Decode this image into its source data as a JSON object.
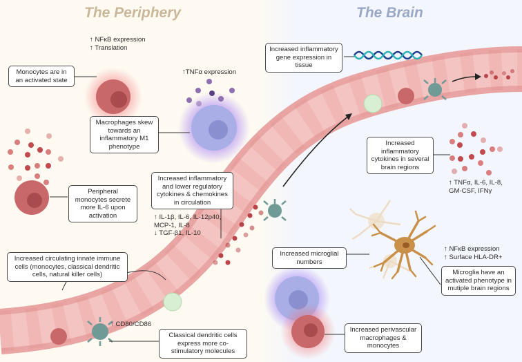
{
  "titles": {
    "periphery": "The Periphery",
    "brain": "The Brain"
  },
  "colors": {
    "periphery_title": "#c9b79a",
    "brain_title": "#9aa8c6",
    "periphery_bg": "#fefaf2",
    "brain_bg": "#f3f6fc",
    "vessel": "#f4c4c2",
    "vessel_wall": "#e9a5a3",
    "monocyte": "#c9686a",
    "macrophage": "#a9aee6",
    "dendritic_cell": "#6f9a96",
    "nk_cell": "#d9efd4",
    "microglia_active": "#c9904a",
    "microglia_resting": "#ecdcc6",
    "dna_dark": "#1f3f8f",
    "dna_light": "#2bb3b8"
  },
  "periphery": {
    "monocyte_notes": "↑ NFκB expression\n↑ Translation",
    "monocyte_box": "Monocytes are in an activated state",
    "tnf_note": "↑TNFα expression",
    "macrophage_box": "Macrophages skew towards an inflammatory M1 phenotype",
    "il6_box": "Peripheral monocytes secrete more IL-6 upon activation",
    "cytokine_box": "Increased inflammatory and lower regulatory cytokines & chemokines in circulation",
    "cytokine_notes": "↑ IL-1β, IL-6, IL-12p40,\nMCP-1, IL-8\n↓ TGF-β1, IL-10",
    "innate_box": "Increased circulating innate immune cells (monocytes, classical dendritic cells, natural killer cells)",
    "cd80_note": "↑ CD80/CD86",
    "dendritic_box": "Classical dendritic cells express more co-stimulatory molecules"
  },
  "brain": {
    "gene_box": "Increased inflammatory gene expression in tissue",
    "cytokine_box": "Increased inflammatory cytokines in several brain regions",
    "cytokine_notes": "↑ TNFα, IL-6, IL-8,\nGM-CSF, IFNγ",
    "microglia_numbers_box": "Increased microglial numbers",
    "microglia_notes": "↑ NFκB expression\n↑ Surface HLA-DR+",
    "microglia_phenotype_box": "Microglia have an activated phenotype in mutiple brain regions",
    "perivascular_box": "Increased perivascular macrophages & monocytes"
  }
}
